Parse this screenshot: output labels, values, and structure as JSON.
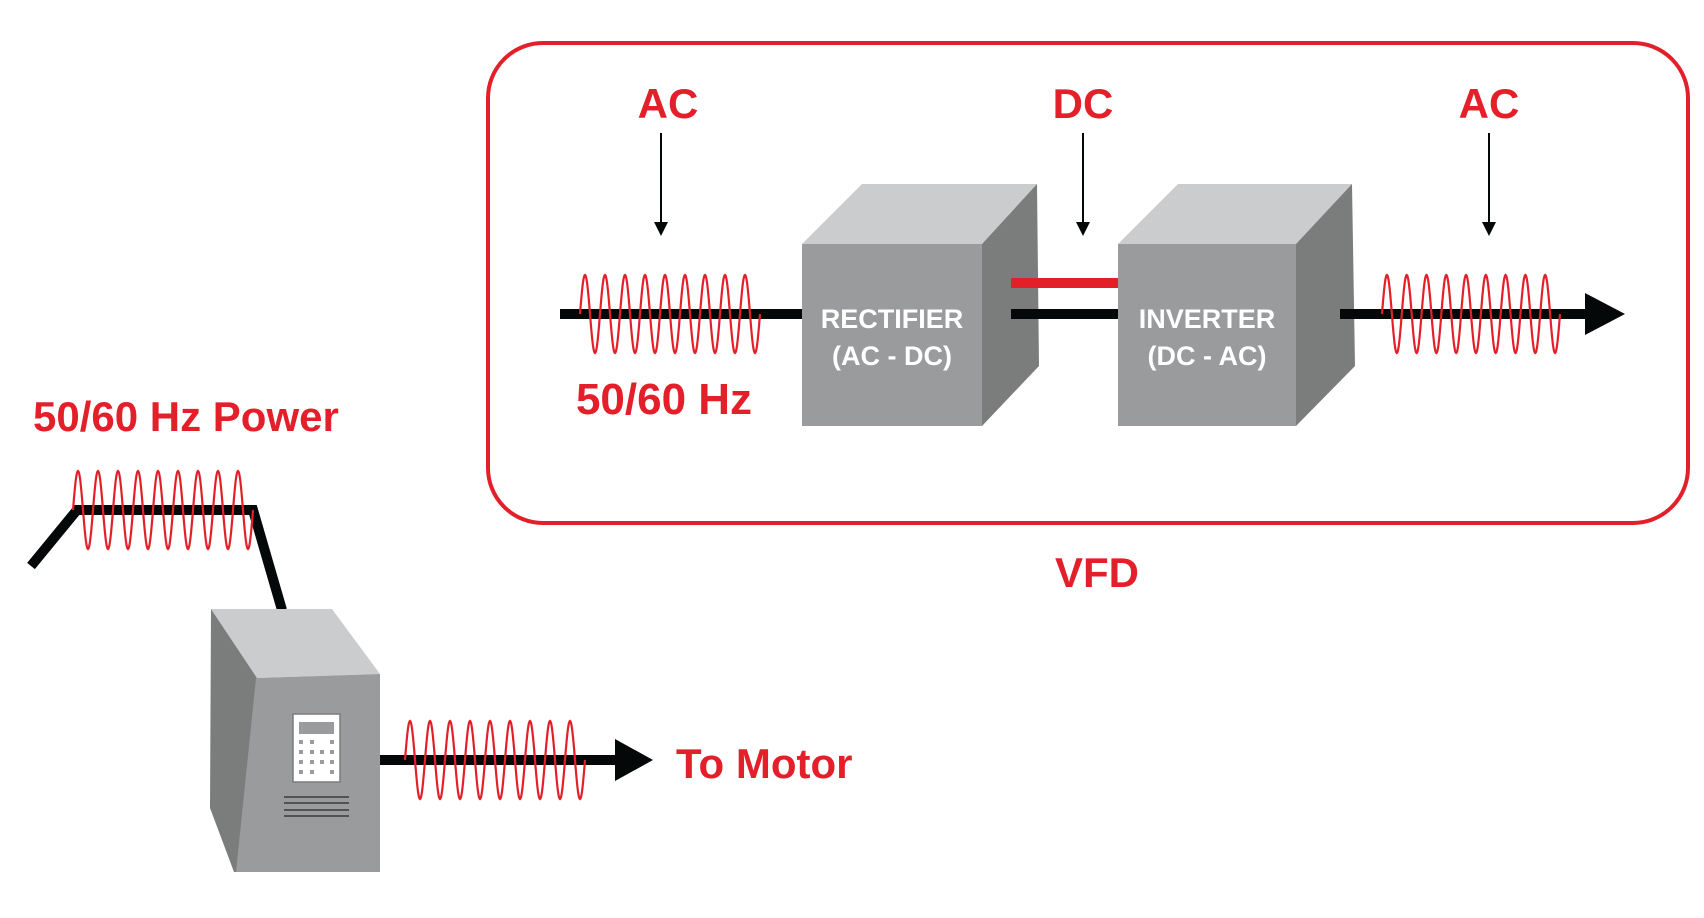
{
  "colors": {
    "accent": "#e3202a",
    "line": "#050808",
    "box_front": "#9a9b9d",
    "box_top": "#cbcccd",
    "box_side": "#7b7c7c",
    "box_text": "#ffffff"
  },
  "vfd_panel": {
    "title": "VFD",
    "stages": [
      {
        "label": "AC",
        "arrow_icon": "down-arrow-icon"
      },
      {
        "label": "DC",
        "arrow_icon": "down-arrow-icon"
      },
      {
        "label": "AC",
        "arrow_icon": "down-arrow-icon"
      }
    ],
    "input_frequency_label": "50/60 Hz",
    "rectifier": {
      "title": "RECTIFIER",
      "subtitle": "(AC - DC)"
    },
    "inverter": {
      "title": "INVERTER",
      "subtitle": "(DC - AC)"
    }
  },
  "overview": {
    "power_label": "50/60 Hz Power",
    "output_label": "To Motor",
    "drive_icon": "vfd-cabinet-icon"
  }
}
